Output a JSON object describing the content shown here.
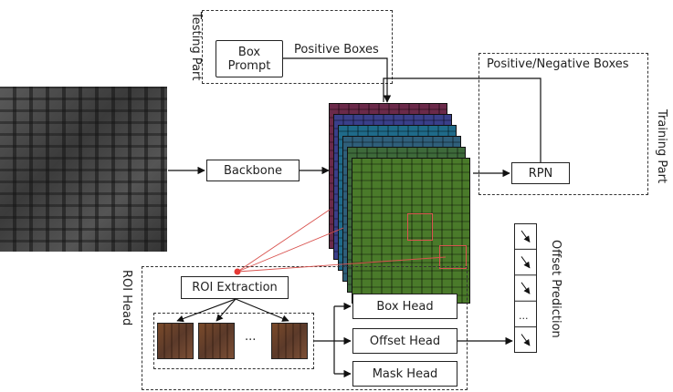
{
  "testing_part": {
    "title": "Testing Part",
    "box_prompt": "Box\nPrompt",
    "positive_boxes": "Positive Boxes"
  },
  "training_part": {
    "title": "Training Part",
    "pos_neg_boxes": "Positive/Negative Boxes",
    "rpn": "RPN"
  },
  "backbone": "Backbone",
  "roi_head": {
    "title": "ROI Head",
    "roi_extraction": "ROI Extraction",
    "ellipsis": "...",
    "box_head": "Box Head",
    "offset_head": "Offset Head",
    "mask_head": "Mask Head"
  },
  "offset_prediction": {
    "title": "Offset Prediction",
    "ellipsis": "..."
  },
  "colors": {
    "feature_map_layers": [
      "#6b2a4a",
      "#3a3f8a",
      "#1f6b8a",
      "#2f5f7a",
      "#3e6a3a",
      "#4a7a2a"
    ],
    "roi_lines": "#d9534f",
    "roi_dot": "#e53935"
  }
}
